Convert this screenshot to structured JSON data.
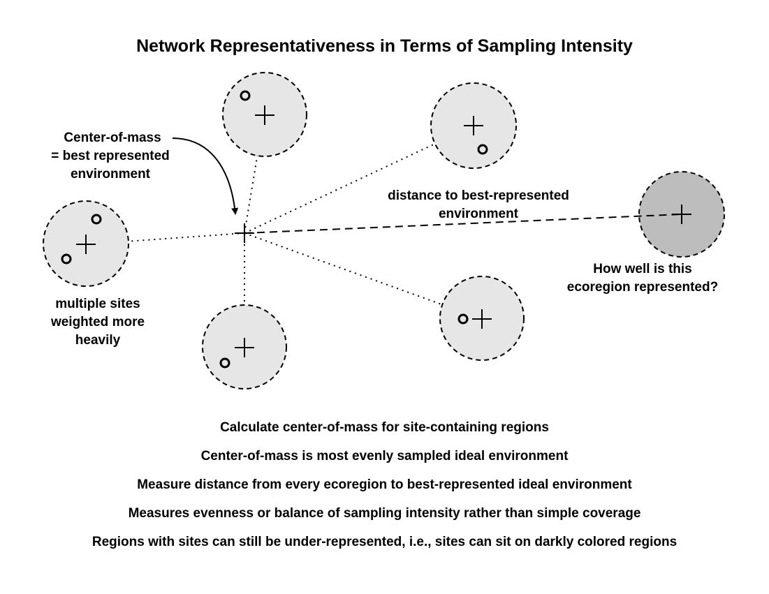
{
  "title": "Network Representativeness in Terms of Sampling Intensity",
  "annotations": {
    "center_of_mass": [
      "Center-of-mass",
      "= best represented",
      "environment"
    ],
    "distance": [
      "distance to best-represented",
      "environment"
    ],
    "how_well": [
      "How well is this",
      "ecoregion represented?"
    ],
    "multiple_sites": [
      "multiple sites",
      "weighted more",
      "heavily"
    ]
  },
  "bullets": [
    "Calculate center-of-mass for site-containing regions",
    "Center-of-mass is most evenly sampled ideal environment",
    "Measure distance from every ecoregion to best-represented ideal environment",
    "Measures evenness or balance of sampling intensity rather than simple coverage",
    "Regions with sites can still be under-represented, i.e., sites can sit on darkly colored regions"
  ],
  "colors": {
    "region_light": "#e6e6e6",
    "region_dark": "#bdbdbd",
    "stroke": "#000000",
    "background": "#ffffff"
  }
}
